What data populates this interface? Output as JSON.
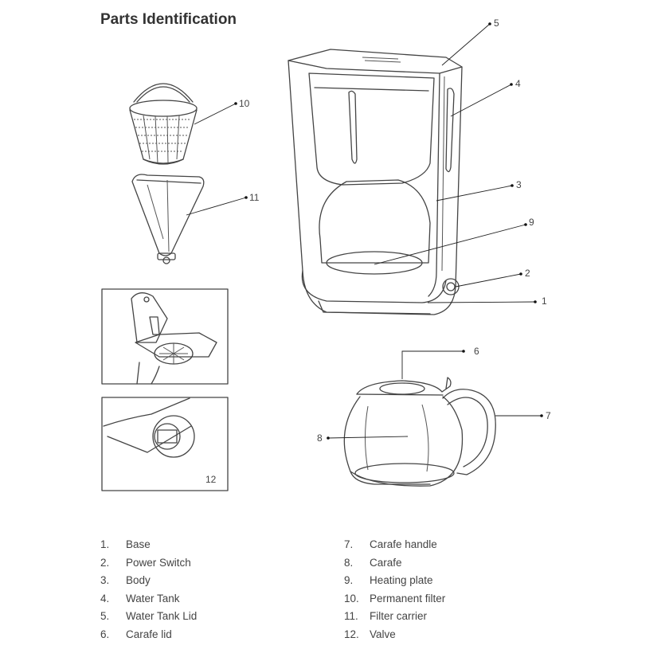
{
  "title": "Parts Identification",
  "inset_label": "12",
  "callouts": {
    "c1": "1",
    "c2": "2",
    "c3": "3",
    "c4": "4",
    "c5": "5",
    "c6": "6",
    "c7": "7",
    "c8": "8",
    "c9": "9",
    "c10": "10",
    "c11": "11"
  },
  "legend_left": [
    {
      "num": "1.",
      "label": "Base"
    },
    {
      "num": "2.",
      "label": "Power Switch"
    },
    {
      "num": "3.",
      "label": "Body"
    },
    {
      "num": "4.",
      "label": "Water Tank"
    },
    {
      "num": "5.",
      "label": "Water Tank Lid"
    },
    {
      "num": "6.",
      "label": "Carafe lid"
    }
  ],
  "legend_right": [
    {
      "num": "7.",
      "label": "Carafe handle"
    },
    {
      "num": "8.",
      "label": "Carafe"
    },
    {
      "num": "9.",
      "label": "Heating plate"
    },
    {
      "num": "10.",
      "label": "Permanent filter"
    },
    {
      "num": "11.",
      "label": "Filter carrier"
    },
    {
      "num": "12.",
      "label": "Valve"
    }
  ]
}
